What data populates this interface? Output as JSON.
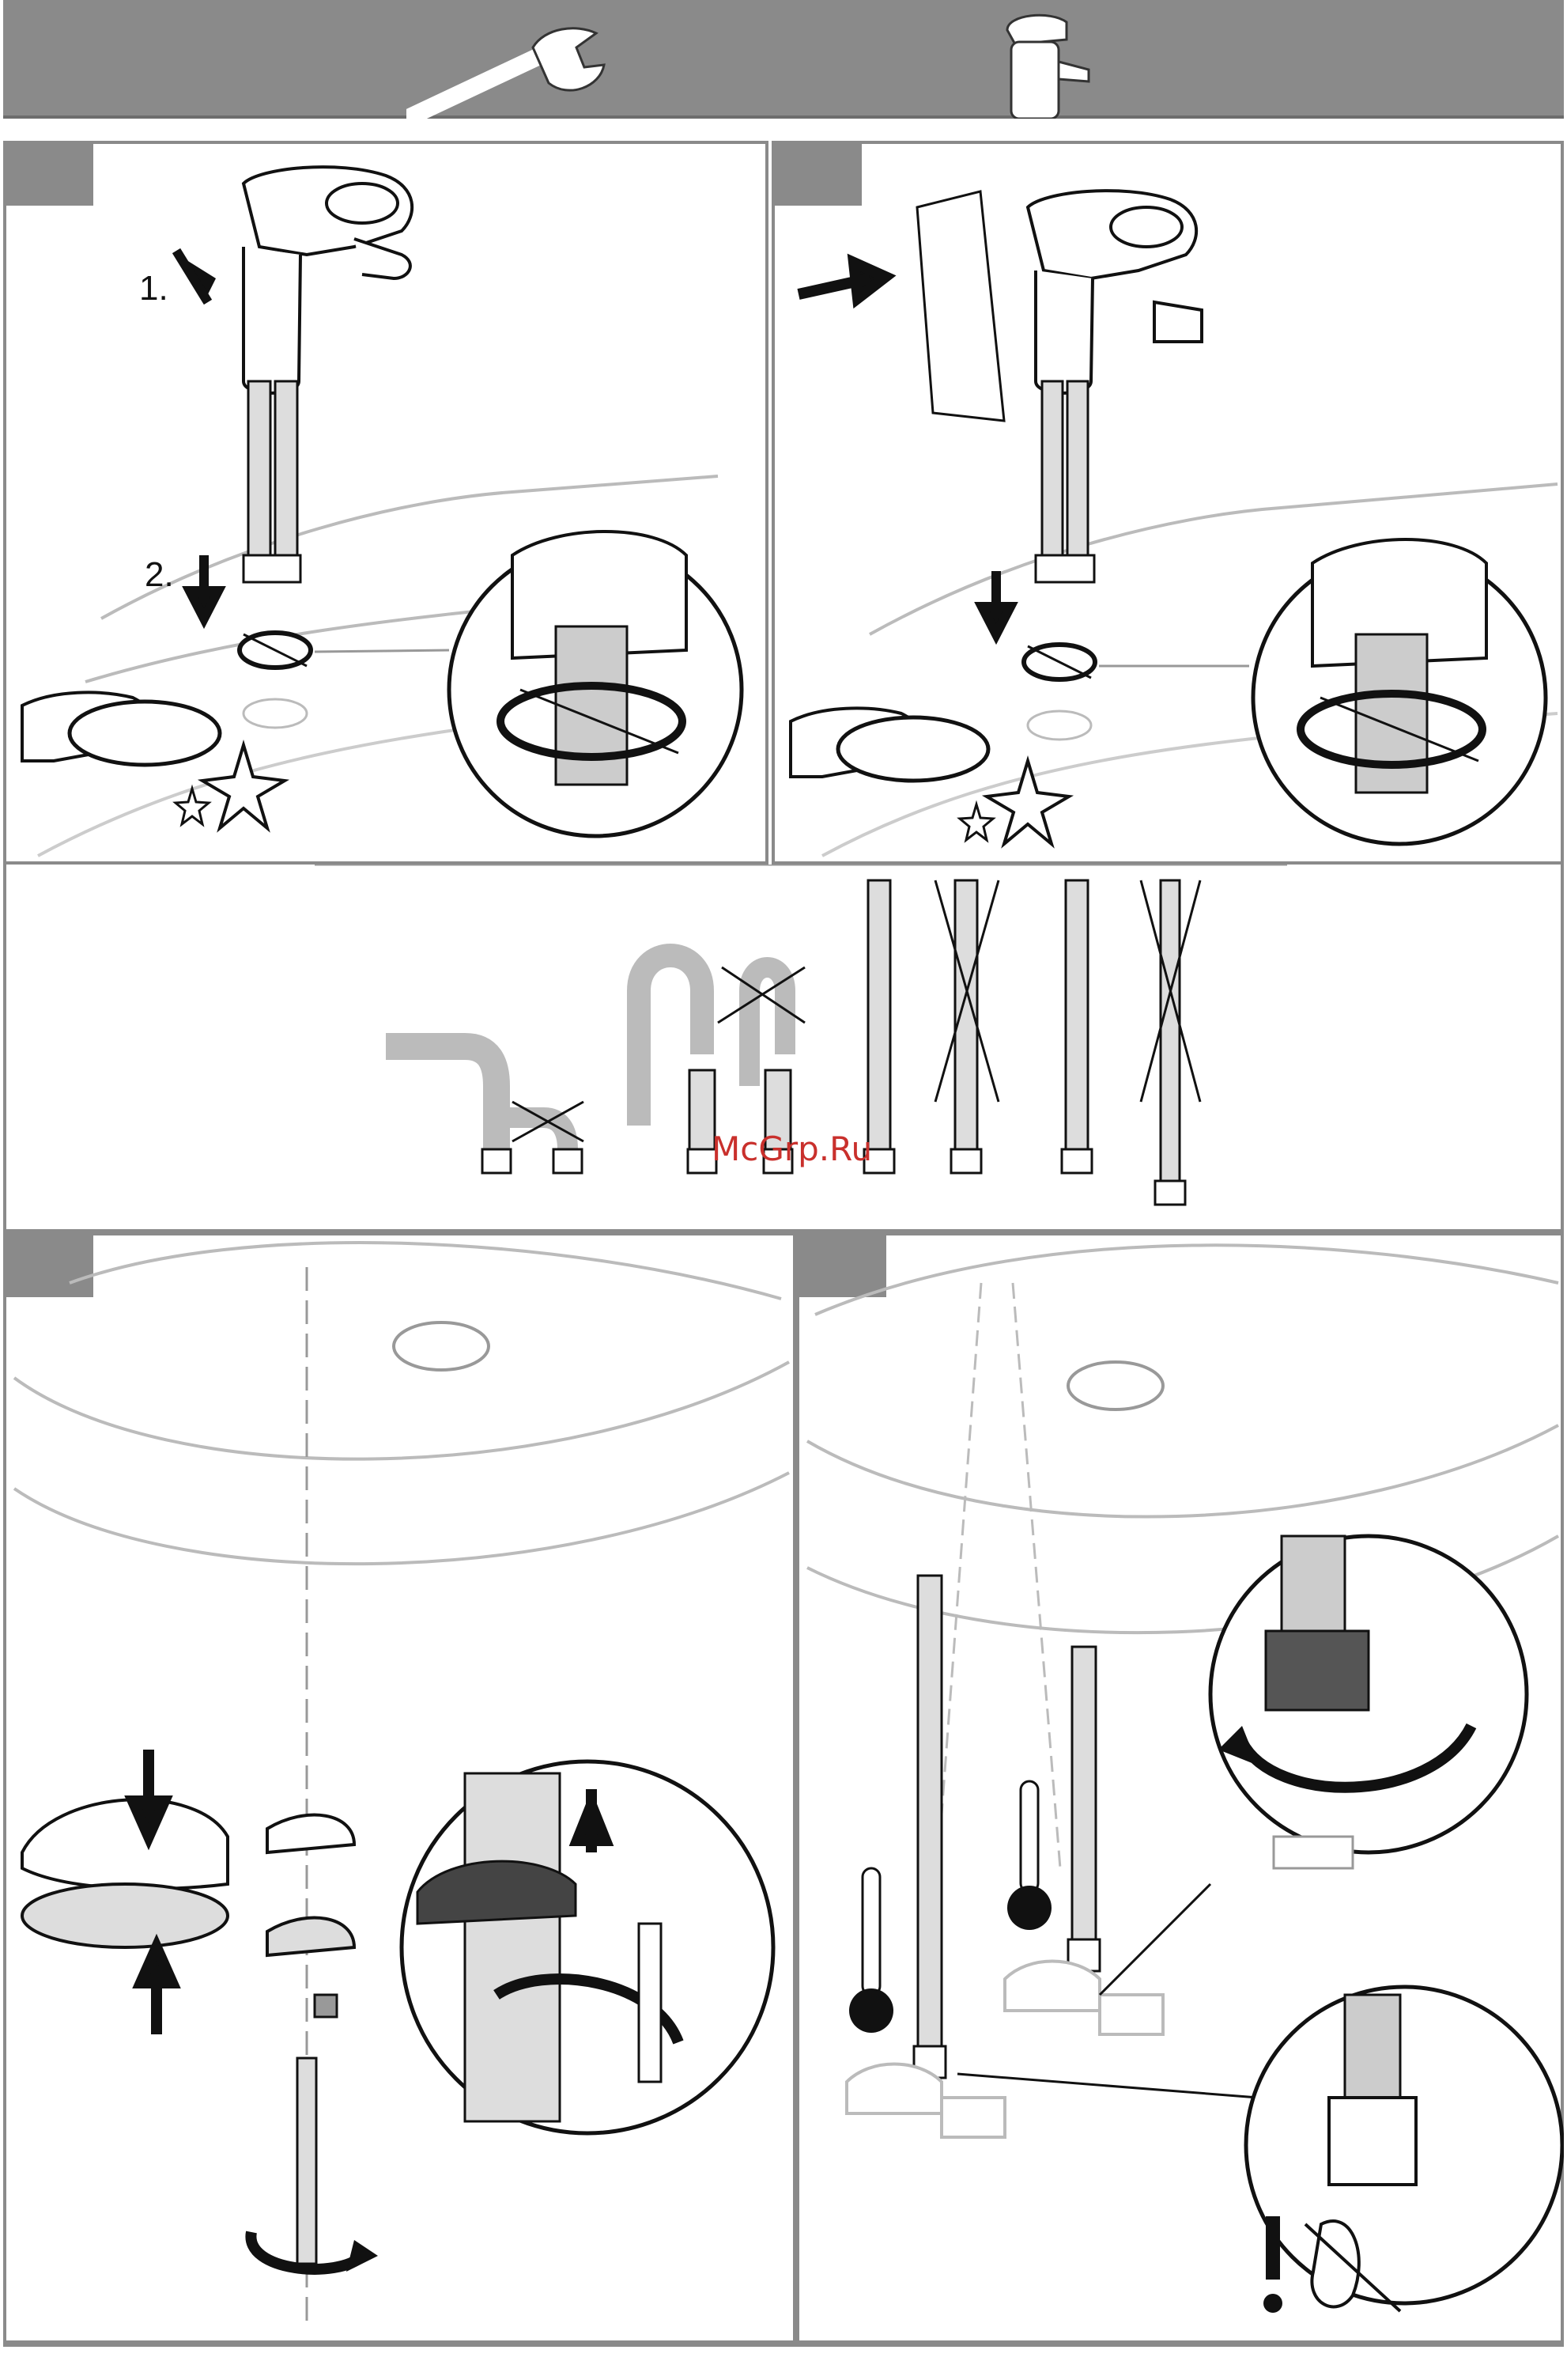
{
  "header": {
    "bg_color": "#8a8a8a",
    "icons": [
      "wrench-icon",
      "faucet-icon"
    ]
  },
  "panel_1": {
    "step_1": "1.",
    "step_2": "2."
  },
  "panel_2": {},
  "hoses": {},
  "watermark": {
    "text": "McGrp.Ru",
    "color": "#c9302c"
  }
}
